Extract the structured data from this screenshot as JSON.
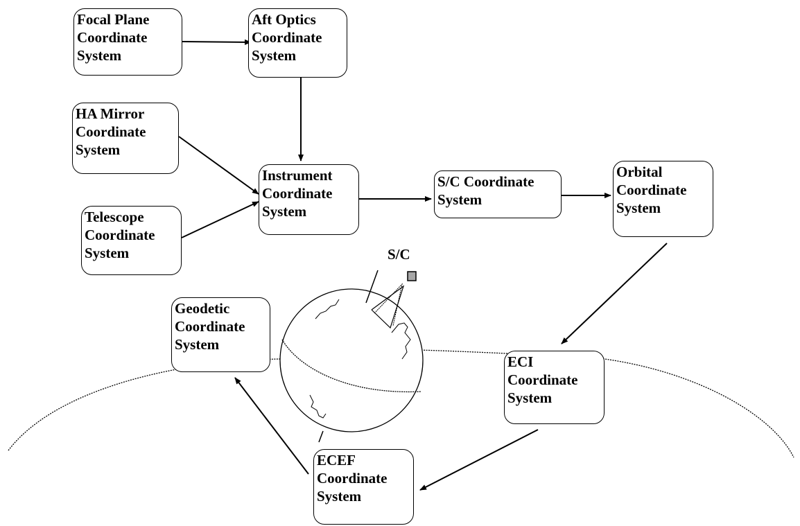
{
  "nodes": {
    "focal_plane": [
      "Focal Plane",
      "Coordinate",
      "System"
    ],
    "aft_optics": [
      "Aft Optics",
      "Coordinate",
      "System"
    ],
    "ha_mirror": [
      "HA Mirror",
      "Coordinate",
      "System"
    ],
    "telescope": [
      "Telescope",
      "Coordinate",
      "System"
    ],
    "instrument": [
      "Instrument",
      "Coordinate",
      "System"
    ],
    "spacecraft": [
      "S/C Coordinate",
      "System"
    ],
    "orbital": [
      "Orbital",
      "Coordinate",
      "System"
    ],
    "eci": [
      "ECI",
      "Coordinate",
      "System"
    ],
    "ecef": [
      "ECEF",
      "Coordinate",
      "System"
    ],
    "geodetic": [
      "Geodetic",
      "Coordinate",
      "System"
    ]
  },
  "spacecraft_label": "S/C",
  "edges": [
    {
      "from": "Focal Plane Coordinate System",
      "to": "Aft Optics Coordinate System"
    },
    {
      "from": "Aft Optics Coordinate System",
      "to": "Instrument Coordinate System"
    },
    {
      "from": "HA Mirror Coordinate System",
      "to": "Instrument Coordinate System"
    },
    {
      "from": "Telescope Coordinate System",
      "to": "Instrument Coordinate System"
    },
    {
      "from": "Instrument Coordinate System",
      "to": "S/C Coordinate System"
    },
    {
      "from": "S/C Coordinate System",
      "to": "Orbital Coordinate System"
    },
    {
      "from": "Orbital Coordinate System",
      "to": "ECI Coordinate System"
    },
    {
      "from": "ECI Coordinate System",
      "to": "ECEF Coordinate System"
    },
    {
      "from": "ECEF Coordinate System",
      "to": "Geodetic Coordinate System"
    }
  ],
  "colors": {
    "line": "#000000",
    "spacecraft_fill": "#a6a6a6",
    "background": "#ffffff"
  }
}
